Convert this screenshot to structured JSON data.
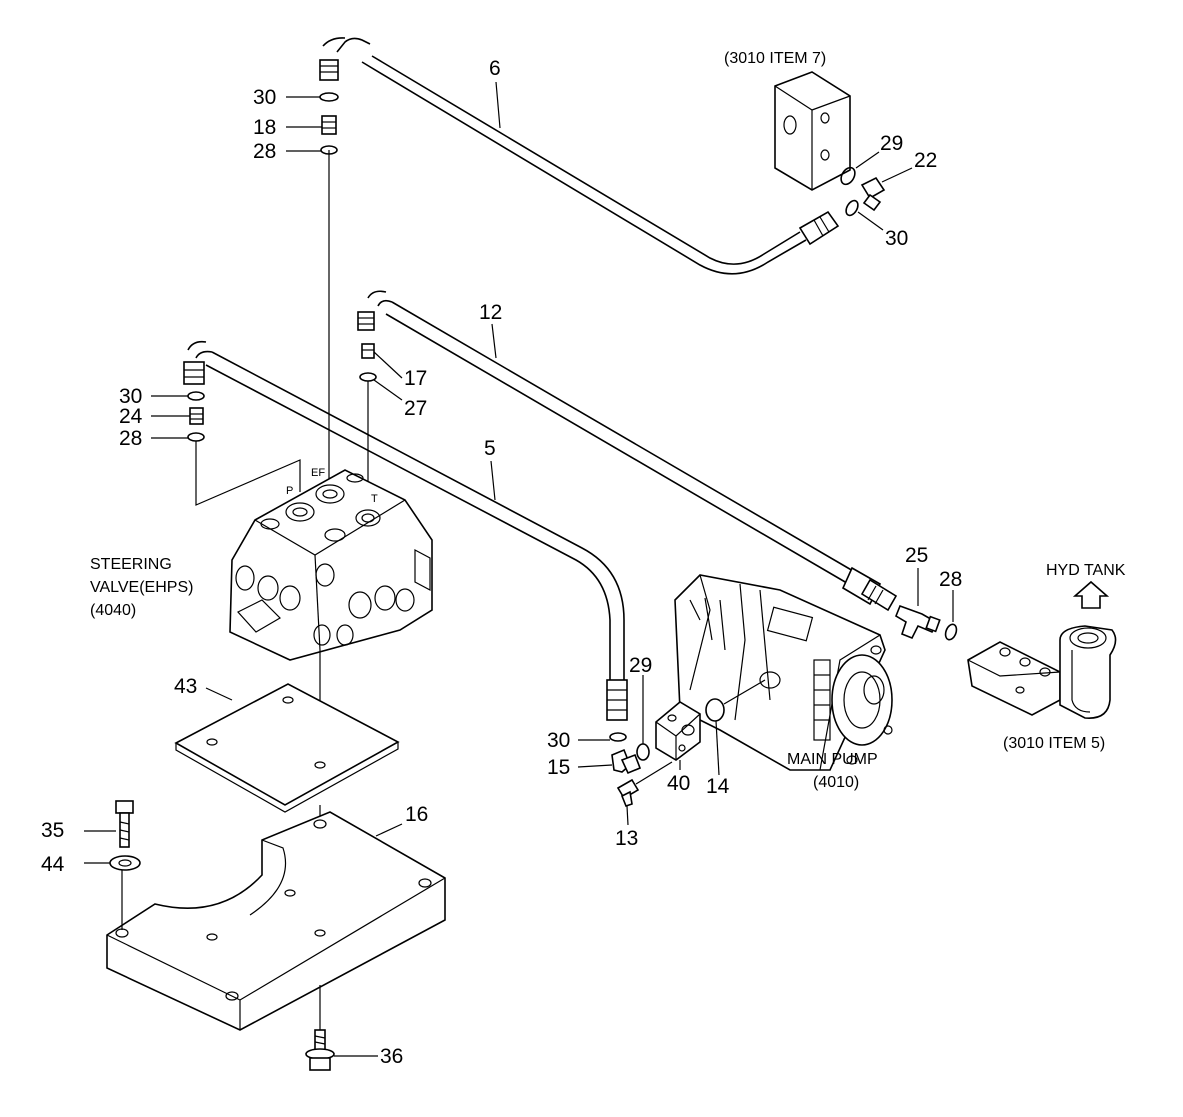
{
  "callouts": [
    {
      "id": "6",
      "text": "6"
    },
    {
      "id": "30a",
      "text": "30"
    },
    {
      "id": "18",
      "text": "18"
    },
    {
      "id": "28a",
      "text": "28"
    },
    {
      "id": "29a",
      "text": "29"
    },
    {
      "id": "22",
      "text": "22"
    },
    {
      "id": "30b",
      "text": "30"
    },
    {
      "id": "12",
      "text": "12"
    },
    {
      "id": "17",
      "text": "17"
    },
    {
      "id": "27",
      "text": "27"
    },
    {
      "id": "30c",
      "text": "30"
    },
    {
      "id": "24",
      "text": "24"
    },
    {
      "id": "28b",
      "text": "28"
    },
    {
      "id": "5",
      "text": "5"
    },
    {
      "id": "25",
      "text": "25"
    },
    {
      "id": "28c",
      "text": "28"
    },
    {
      "id": "29b",
      "text": "29"
    },
    {
      "id": "30d",
      "text": "30"
    },
    {
      "id": "15",
      "text": "15"
    },
    {
      "id": "13",
      "text": "13"
    },
    {
      "id": "40",
      "text": "40"
    },
    {
      "id": "14",
      "text": "14"
    },
    {
      "id": "43",
      "text": "43"
    },
    {
      "id": "35",
      "text": "35"
    },
    {
      "id": "44",
      "text": "44"
    },
    {
      "id": "16",
      "text": "16"
    },
    {
      "id": "36",
      "text": "36"
    }
  ],
  "notes": {
    "item7_ref": "(3010  ITEM 7)",
    "item5_ref": "(3010  ITEM 5)",
    "hyd_tank": "HYD TANK",
    "steering_line1": "STEERING",
    "steering_line2": "VALVE(EHPS)",
    "steering_line3": "(4040)",
    "main_pump_line1": "MAIN PUMP",
    "main_pump_line2": "(4010)"
  },
  "ports": {
    "p": "P",
    "ef": "EF",
    "t": "T"
  }
}
